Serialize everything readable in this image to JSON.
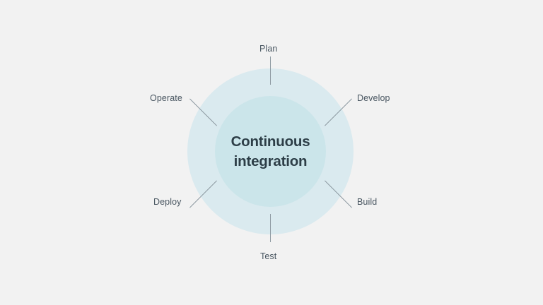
{
  "diagram": {
    "type": "radial-cycle",
    "title": "Continuous integration",
    "center": {
      "line1": "Continuous",
      "line2": "integration"
    },
    "colors": {
      "background": "#f2f2f2",
      "outer_ring": "#daeaef",
      "inner_circle": "#cbe5ea",
      "center_text": "#2d3e47",
      "node_text": "#495661",
      "connector": "#8e9aa2"
    },
    "nodes": [
      {
        "id": "plan",
        "label": "Plan",
        "position": "top",
        "angle_deg": 90,
        "connector": "vertical"
      },
      {
        "id": "develop",
        "label": "Develop",
        "position": "upper-right",
        "angle_deg": 45,
        "connector": "diagonal"
      },
      {
        "id": "build",
        "label": "Build",
        "position": "lower-right",
        "angle_deg": -45,
        "connector": "diagonal"
      },
      {
        "id": "test",
        "label": "Test",
        "position": "bottom",
        "angle_deg": -90,
        "connector": "vertical"
      },
      {
        "id": "deploy",
        "label": "Deploy",
        "position": "lower-left",
        "angle_deg": -135,
        "connector": "diagonal"
      },
      {
        "id": "operate",
        "label": "Operate",
        "position": "upper-left",
        "angle_deg": 135,
        "connector": "diagonal"
      }
    ]
  }
}
